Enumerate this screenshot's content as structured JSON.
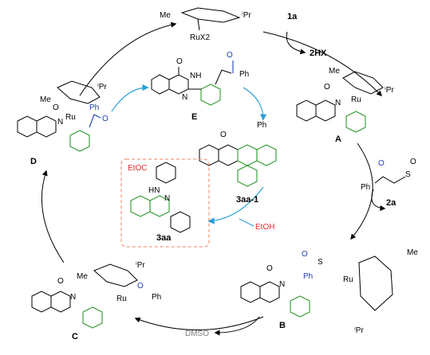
{
  "labels": {
    "catalyst_top": "RuX2",
    "me": "Me",
    "ipr": "ⁱPr",
    "ru": "Ru",
    "reagent_1a": "1a",
    "byproduct_hx": "2HX",
    "intermediate_A": "A",
    "intermediate_B": "B",
    "intermediate_C": "C",
    "intermediate_D": "D",
    "intermediate_E": "E",
    "compound_3aa1": "3aa-1",
    "product_3aa": "3aa",
    "reagent_2a": "2a",
    "etoh": "EtOH",
    "dmso": "DMSO",
    "ph": "Ph",
    "o": "O",
    "n": "N",
    "nh": "NH",
    "hn": "HN",
    "s": "S",
    "etooc": "EtOC",
    "o_sub": "O"
  },
  "colors": {
    "green": "#2e9a2e",
    "blue": "#1f3fb0",
    "red": "#e03030",
    "cyan_arrow": "#2a9fd6",
    "dashed_box": "#f08060"
  }
}
